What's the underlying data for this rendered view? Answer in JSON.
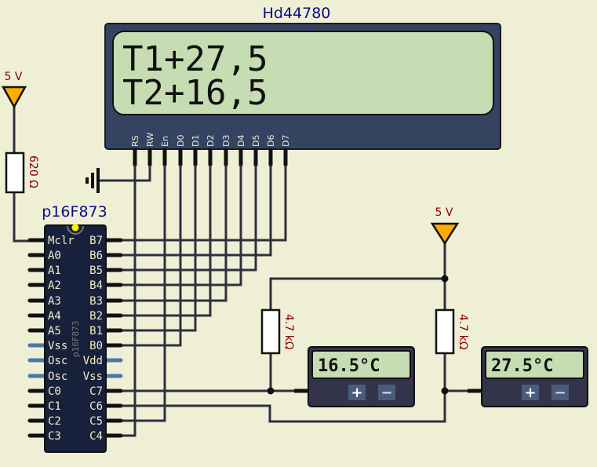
{
  "lcd": {
    "name": "Hd44780",
    "line1": "T1+27,5",
    "line2": "T2+16,5",
    "pins": [
      "RS",
      "RW",
      "En",
      "D0",
      "D1",
      "D2",
      "D3",
      "D4",
      "D5",
      "D6",
      "D7"
    ]
  },
  "mcu": {
    "name": "p16F873",
    "body_label": "p16F873",
    "left_pins": [
      "Mclr",
      "A0",
      "A1",
      "A2",
      "A3",
      "A4",
      "A5",
      "Vss",
      "Osc",
      "Osc",
      "C0",
      "C1",
      "C2",
      "C3"
    ],
    "right_pins": [
      "B7",
      "B6",
      "B5",
      "B4",
      "B3",
      "B2",
      "B1",
      "B0",
      "Vdd",
      "Vss",
      "C7",
      "C6",
      "C5",
      "C4"
    ]
  },
  "sources": {
    "left_5v": "5 V",
    "right_5v": "5 V"
  },
  "resistors": {
    "r_mclr": "620 Ω",
    "r_left": "4.7 kΩ",
    "r_right": "4.7 kΩ"
  },
  "sensors": {
    "left": {
      "value": "16.5°C",
      "plus": "+",
      "minus": "−"
    },
    "right": {
      "value": "27.5°C",
      "plus": "+",
      "minus": "−"
    }
  },
  "colors": {
    "background": "#efefd6",
    "lcd_body": "#34435f",
    "lcd_screen": "#c6dcb3",
    "chip_body": "#17213b",
    "source": "#ffaa00",
    "value_text": "#8b0000"
  }
}
